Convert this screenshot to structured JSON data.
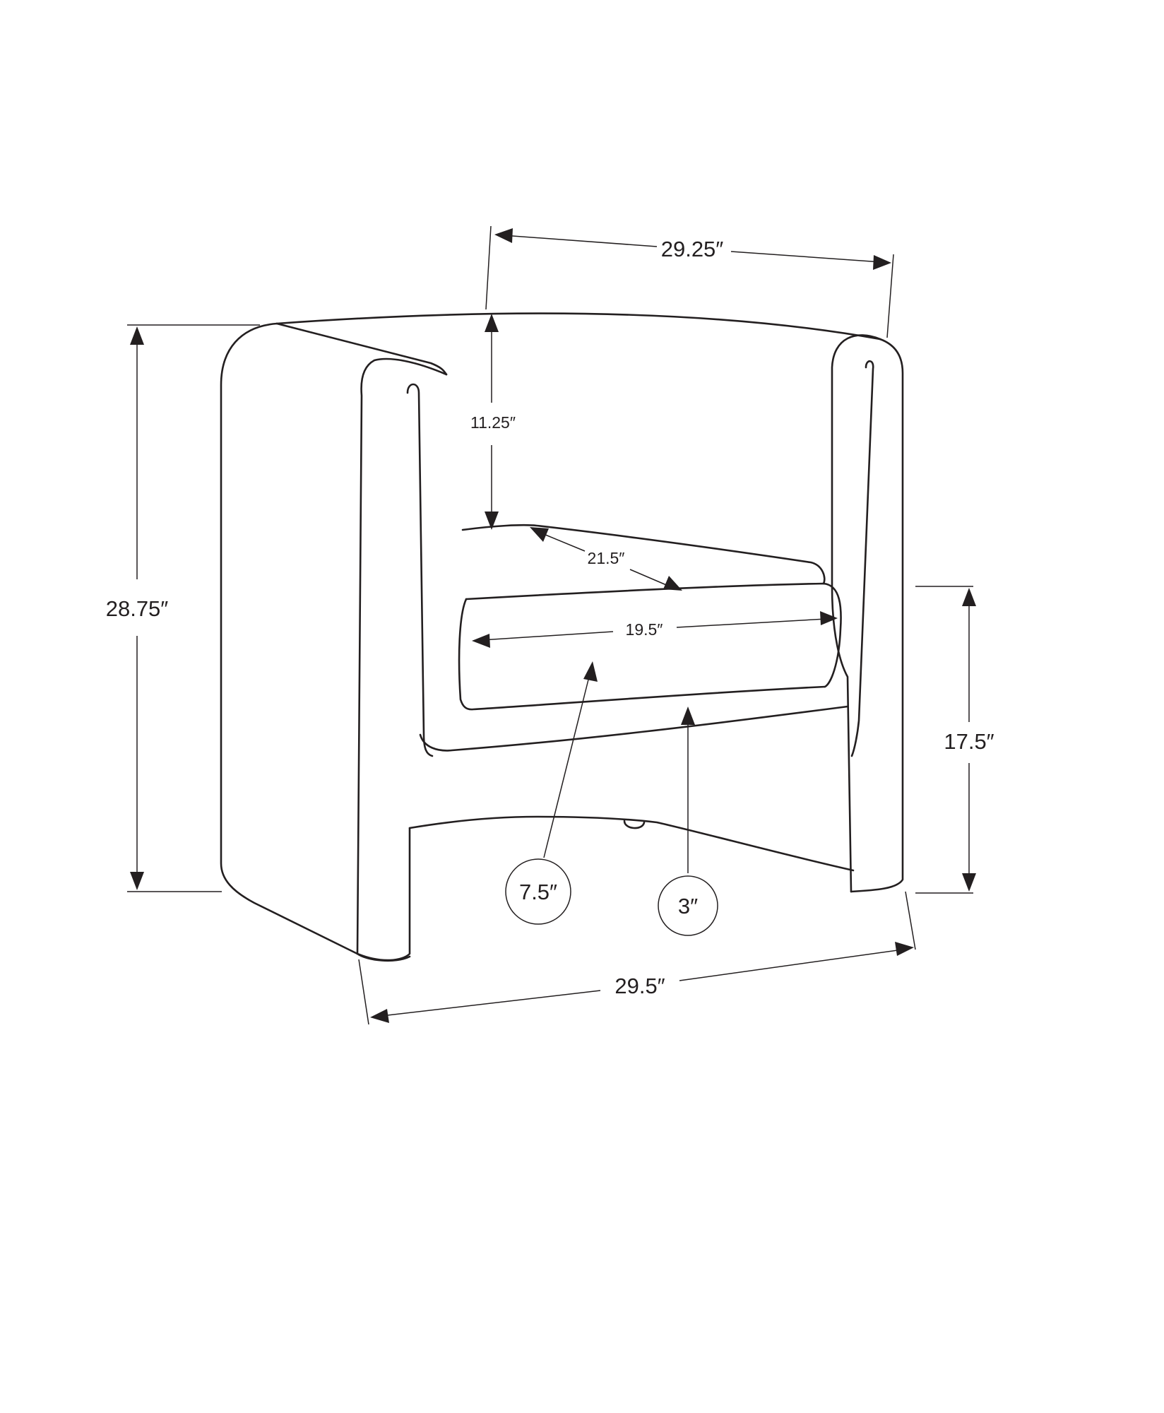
{
  "diagram": {
    "line_color": "#231f20",
    "background": "#ffffff",
    "dimensions": {
      "top_width": "29.25″",
      "back_height": "11.25″",
      "overall_height": "28.75″",
      "seat_depth": "21.5″",
      "seat_width": "19.5″",
      "seat_height": "17.5″",
      "arm_width": "7.5″",
      "cushion_thickness": "3″",
      "bottom_width": "29.5″"
    }
  }
}
